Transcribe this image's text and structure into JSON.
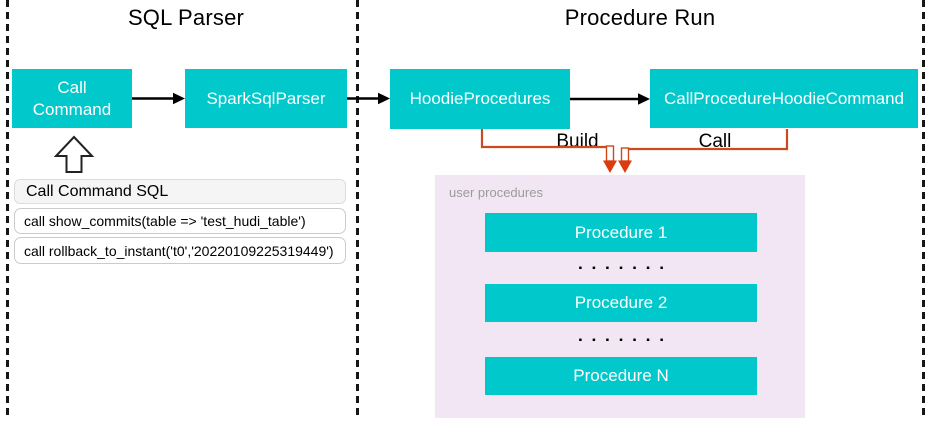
{
  "sql_parser": {
    "title": "SQL Parser",
    "nodes": {
      "call_command": "Call Command",
      "spark_sql_parser": "SparkSqlParser"
    },
    "sql_panel": {
      "header": "Call Command SQL",
      "statements": [
        "call show_commits(table => 'test_hudi_table')",
        "call rollback_to_instant('t0','20220109225319449')"
      ]
    }
  },
  "procedure_run": {
    "title": "Procedure Run",
    "nodes": {
      "hoodie_procedures": "HoodieProcedures",
      "call_procedure_hoodie_command": "CallProcedureHoodieCommand"
    },
    "edge_labels": {
      "build": "Build",
      "call": "Call"
    },
    "user_procedures": {
      "label": "user procedures",
      "items": [
        "Procedure 1",
        "Procedure 2",
        "Procedure N"
      ],
      "dots": "▪▪▪▪▪▪▪"
    }
  },
  "colors": {
    "node_teal": "#00c8cb",
    "panel_pink": "#f2e6f4",
    "edge_orange": "#cc4a1d",
    "arrowhead_red": "#dd3a0f"
  }
}
